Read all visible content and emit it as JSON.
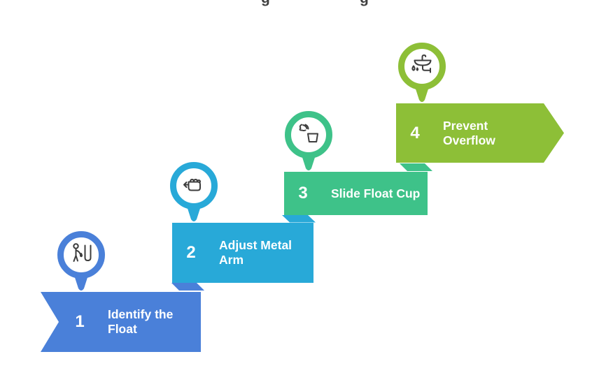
{
  "title_fragments": [
    "g",
    "g"
  ],
  "steps": [
    {
      "number": "1",
      "label": "Identify the Float",
      "color": "#4A80D9",
      "icon": "person-at-toilet-icon"
    },
    {
      "number": "2",
      "label": "Adjust Metal Arm",
      "color": "#28A9D8",
      "icon": "hand-gripping-arm-icon"
    },
    {
      "number": "3",
      "label": "Slide Float Cup",
      "color": "#3EC289",
      "icon": "hand-over-cup-icon"
    },
    {
      "number": "4",
      "label": "Prevent Overflow",
      "color": "#8DBF37",
      "icon": "sink-overflow-icon"
    }
  ],
  "colors": {
    "step1_blue": "#4A80D9",
    "step2_cyan": "#28A9D8",
    "step3_green": "#3EC289",
    "step4_lime": "#8DBF37",
    "icon_stroke": "#3d3d3d",
    "title_text": "#3f3f3f",
    "background": "#ffffff"
  }
}
